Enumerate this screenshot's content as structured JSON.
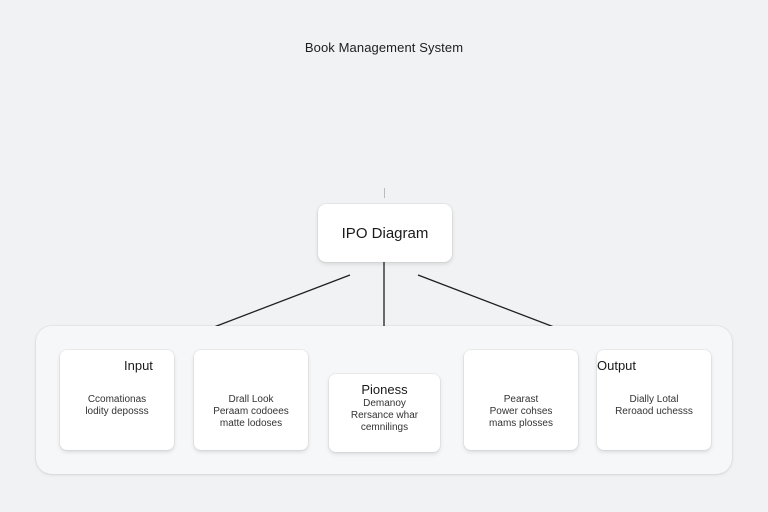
{
  "title": "Book Management System",
  "root": {
    "label": "IPO Diagram"
  },
  "sections": {
    "input": {
      "heading": "Input",
      "card1": [
        "Ccomationas",
        "lodity deposss"
      ],
      "card2": [
        "Drall Look",
        "Peraam codoees",
        "matte lodoses"
      ]
    },
    "process": {
      "heading": "Pioness",
      "lines": [
        "Demanoy",
        "Rersance whar",
        "cemnilings"
      ]
    },
    "output": {
      "heading": "Output",
      "card1": [
        "Pearast",
        "Power cohses",
        "mams plosses"
      ],
      "card2": [
        "Dially Lotal",
        "Reroaod uchesss"
      ]
    }
  },
  "colors": {
    "background": "#f0f2f3",
    "card": "#ffffff",
    "arrow": "#1f1f1f"
  }
}
